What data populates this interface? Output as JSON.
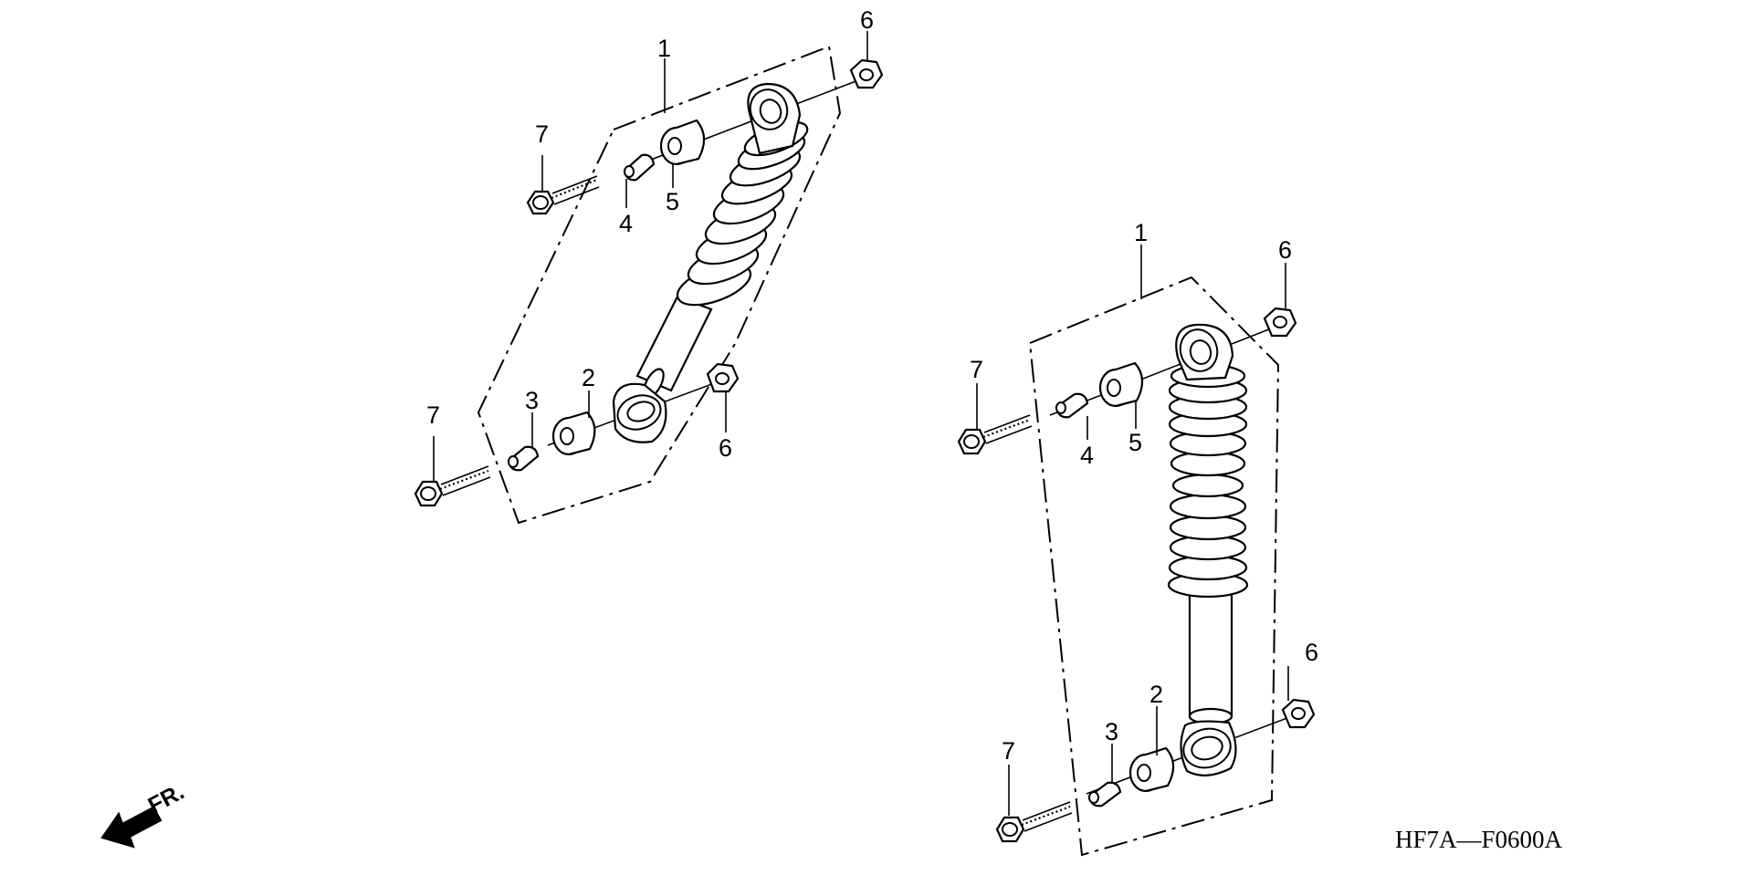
{
  "diagram": {
    "code": "HF7A—F0600A",
    "direction_label": "FR.",
    "left_assembly": {
      "callouts": [
        "1",
        "2",
        "3",
        "4",
        "5",
        "6",
        "6",
        "7",
        "7"
      ]
    },
    "right_assembly": {
      "callouts": [
        "1",
        "2",
        "3",
        "4",
        "5",
        "6",
        "6",
        "7",
        "7"
      ]
    }
  }
}
